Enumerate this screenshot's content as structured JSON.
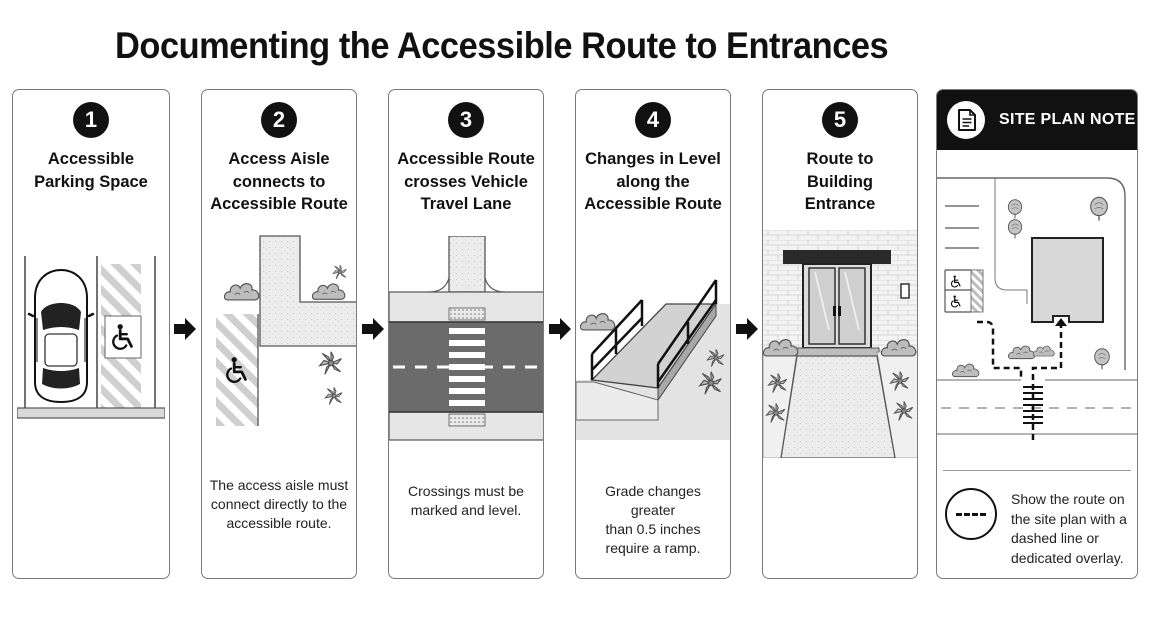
{
  "title": "Documenting the Accessible Route to Entrances",
  "steps": [
    {
      "number": "1",
      "heading": [
        "Accessible",
        "Parking Space"
      ],
      "caption": []
    },
    {
      "number": "2",
      "heading": [
        "Access Aisle",
        "connects to",
        "Accessible Route"
      ],
      "caption": [
        "The access aisle must",
        "connect directly to the",
        "accessible route."
      ]
    },
    {
      "number": "3",
      "heading": [
        "Accessible Route",
        "crosses Vehicle",
        "Travel Lane"
      ],
      "caption": [
        "Crossings must be",
        "marked and level."
      ]
    },
    {
      "number": "4",
      "heading": [
        "Changes in Level",
        "along the",
        "Accessible Route"
      ],
      "caption": [
        "Grade changes greater",
        "than 0.5 inches",
        "require a ramp."
      ]
    },
    {
      "number": "5",
      "heading": [
        "Route to",
        "Building",
        "Entrance"
      ],
      "caption": []
    }
  ],
  "site_plan_note": {
    "title": "SITE PLAN NOTE",
    "icon": "document-icon",
    "legend_text": [
      "Show the route on",
      "the site plan with a",
      "dashed line or",
      "dedicated overlay."
    ]
  },
  "icons": {
    "arrows": "arrow-right-icon",
    "accessibility": "wheelchair-icon",
    "vehicle": "car-icon"
  },
  "colors": {
    "ink": "#111111",
    "road": "#6b6b6b",
    "hatch": "#cfcfcf",
    "sidewalk": "#e4e4e4"
  }
}
